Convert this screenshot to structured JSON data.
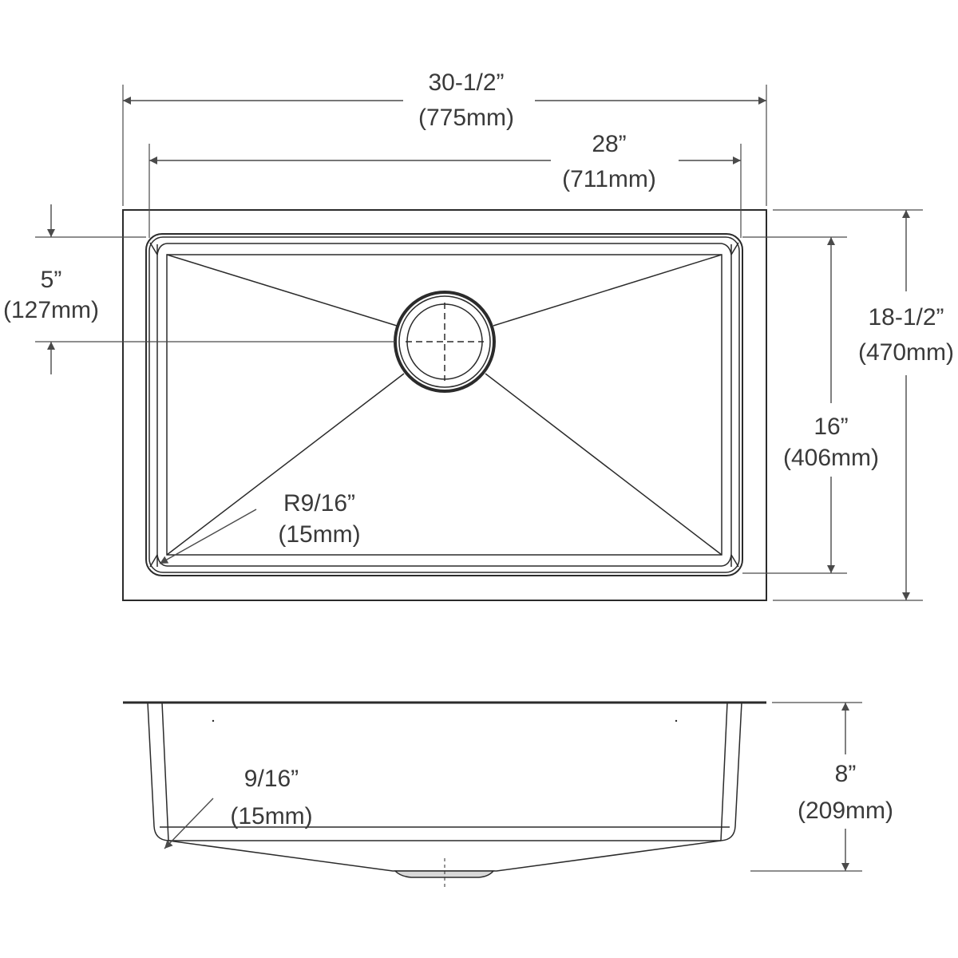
{
  "drawing": {
    "title": "Undermount single bowl sink dimension drawing",
    "line_color": "#2b2b2b",
    "dimension_color": "#4a4a4a",
    "text_color": "#3a3a3a"
  },
  "top_view": {
    "overall_width": {
      "imperial": "30-1/2”",
      "metric": "(775mm)"
    },
    "bowl_width": {
      "imperial": "28”",
      "metric": "(711mm)"
    },
    "drain_offset": {
      "imperial": "5”",
      "metric": "(127mm)"
    },
    "overall_depth": {
      "imperial": "18-1/2”",
      "metric": "(470mm)"
    },
    "bowl_depth": {
      "imperial": "16”",
      "metric": "(406mm)"
    },
    "corner_radius": {
      "imperial": "R9/16”",
      "metric": "(15mm)"
    }
  },
  "side_view": {
    "bottom_radius": {
      "imperial": "9/16”",
      "metric": "(15mm)"
    },
    "bowl_height": {
      "imperial": "8”",
      "metric": "(209mm)"
    }
  }
}
